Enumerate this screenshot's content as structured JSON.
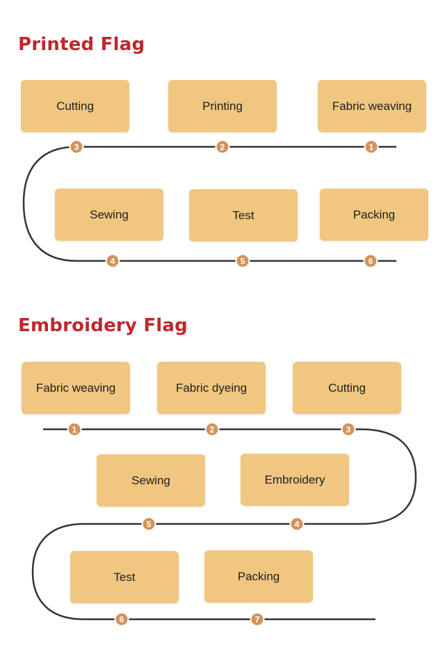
{
  "printed": {
    "title": "Printed Flag",
    "steps": [
      {
        "number": "1",
        "label": "Fabric weaving"
      },
      {
        "number": "2",
        "label": "Printing"
      },
      {
        "number": "3",
        "label": "Cutting"
      },
      {
        "number": "4",
        "label": "Sewing"
      },
      {
        "number": "5",
        "label": "Test"
      },
      {
        "number": "6",
        "label": "Packing"
      }
    ]
  },
  "embroidery": {
    "title": "Embroidery Flag",
    "steps": [
      {
        "number": "1",
        "label": "Fabric weaving"
      },
      {
        "number": "2",
        "label": "Fabric dyeing"
      },
      {
        "number": "3",
        "label": "Cutting"
      },
      {
        "number": "4",
        "label": "Embroidery"
      },
      {
        "number": "5",
        "label": "Sewing"
      },
      {
        "number": "6",
        "label": "Test"
      },
      {
        "number": "7",
        "label": "Packing"
      }
    ]
  },
  "colors": {
    "title": "#c0272d",
    "box": "#f0c680",
    "marker": "#d4935a",
    "line": "#333333"
  }
}
